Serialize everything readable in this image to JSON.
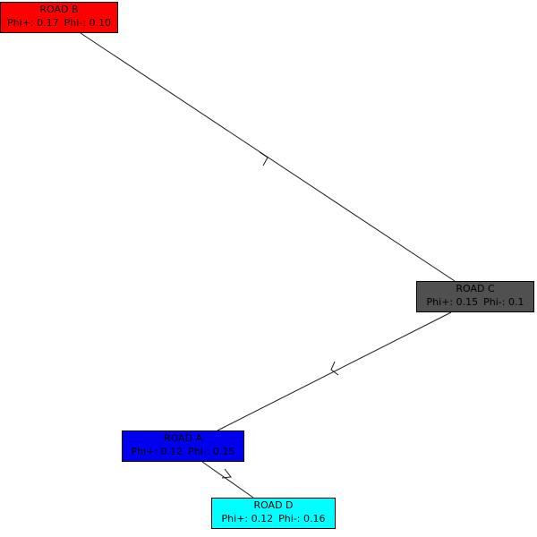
{
  "nodes": {
    "road_b": {
      "name": "ROAD B",
      "phi_plus": "Phi+: 0.17",
      "phi_minus": "Phi-: 0.10",
      "color": "#ff0000"
    },
    "road_c": {
      "name": "ROAD C",
      "phi_plus": "Phi+: 0.15",
      "phi_minus": "Phi-: 0.1",
      "color": "#505050"
    },
    "road_a": {
      "name": "ROAD A",
      "phi_plus": "Phi+: 0.12",
      "phi_minus": "Phi-: 0.15",
      "color": "#0000ee"
    },
    "road_d": {
      "name": "ROAD D",
      "phi_plus": "Phi+: 0.12",
      "phi_minus": "Phi-: 0.16",
      "color": "#00ffff"
    }
  },
  "edges": [
    {
      "from": "road_b",
      "to": "road_c"
    },
    {
      "from": "road_c",
      "to": "road_a"
    },
    {
      "from": "road_a",
      "to": "road_d"
    }
  ],
  "colors": {
    "edge": "#1a1a1a",
    "node_border": "#000000",
    "background": "#ffffff"
  }
}
